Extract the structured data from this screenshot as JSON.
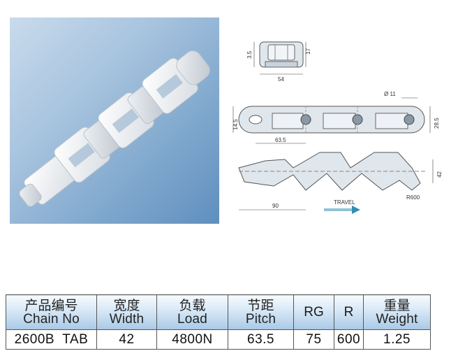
{
  "photo": {
    "description_icon": "plastic-chain-photo"
  },
  "drawings": {
    "top_view": {
      "dim_height": "3.5",
      "dim_right": "17",
      "dim_width": "54"
    },
    "side_view": {
      "dim_hole": "Ø 11",
      "dim_height_left": "14.5",
      "dim_height_right": "28.5",
      "dim_pitch": "63.5"
    },
    "profile_view": {
      "dim_height": "42",
      "dim_length": "90",
      "travel_label": "TRAVEL",
      "radius": "R600"
    }
  },
  "table": {
    "headers": [
      {
        "cn": "产品编号",
        "en": "Chain No"
      },
      {
        "cn": "宽度",
        "en": "Width"
      },
      {
        "cn": "负载",
        "en": "Load"
      },
      {
        "cn": "节距",
        "en": "Pitch"
      },
      {
        "cn": "",
        "en": "RG"
      },
      {
        "cn": "",
        "en": "R"
      },
      {
        "cn": "重量",
        "en": "Weight"
      }
    ],
    "row": [
      "2600B  TAB",
      "42",
      "4800N",
      "63.5",
      "75",
      "600",
      "1.25"
    ]
  }
}
